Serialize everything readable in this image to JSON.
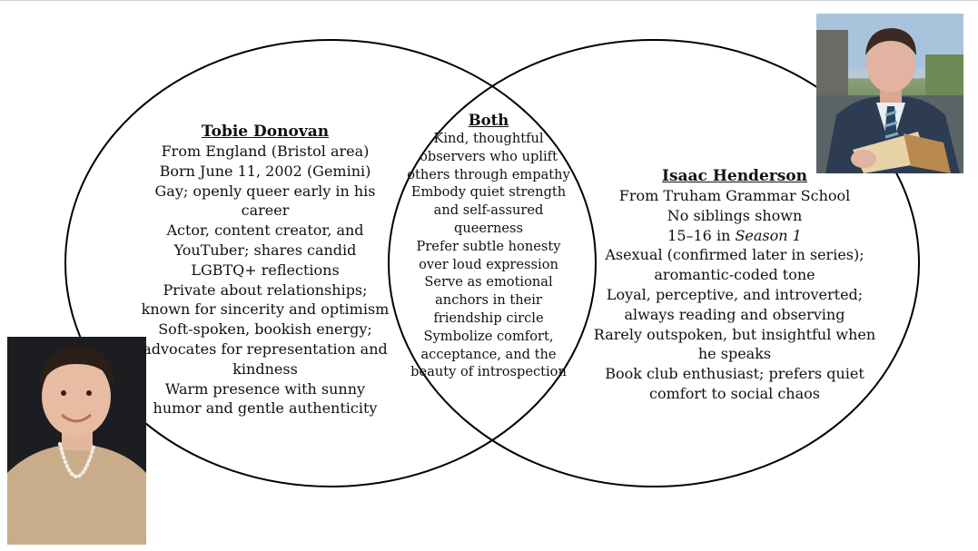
{
  "left": {
    "title": "Tobie Donovan",
    "lines": [
      "From England (Bristol area)",
      "Born June 11, 2002 (Gemini)",
      "Gay; openly queer early in his",
      "career",
      "Actor, content creator, and",
      "YouTuber; shares candid",
      "LGBTQ+ reflections",
      "Private about relationships;",
      "known for sincerity and optimism",
      "Soft-spoken, bookish energy;",
      "advocates for representation and",
      "kindness",
      "Warm presence with sunny",
      "humor and gentle authenticity"
    ]
  },
  "both": {
    "title": "Both",
    "lines": [
      "Kind, thoughtful",
      "observers who uplift",
      "others through empathy",
      "Embody quiet strength",
      "and self-assured",
      "queerness",
      "Prefer subtle honesty",
      "over loud expression",
      "Serve as emotional",
      "anchors in their",
      "friendship circle",
      "Symbolize comfort,",
      "acceptance, and the",
      "beauty of introspection"
    ]
  },
  "right": {
    "title": "Isaac Henderson",
    "line1": "From Truham Grammar School",
    "line2": "No siblings shown",
    "line3_prefix": "15–16 in ",
    "line3_em": "Season 1",
    "lines_after": [
      "Asexual (confirmed later in series);",
      "aromantic-coded tone",
      "Loyal, perceptive, and introverted;",
      "always reading and observing",
      "Rarely outspoken, but insightful when",
      "he speaks",
      "Book club enthusiast; prefers quiet",
      "comfort to social chaos"
    ]
  },
  "colors": {
    "circle_stroke": "#000000",
    "background": "#ffffff",
    "text": "#111111"
  },
  "icons": {
    "left_photo": "portrait-photo",
    "right_photo": "portrait-photo"
  }
}
